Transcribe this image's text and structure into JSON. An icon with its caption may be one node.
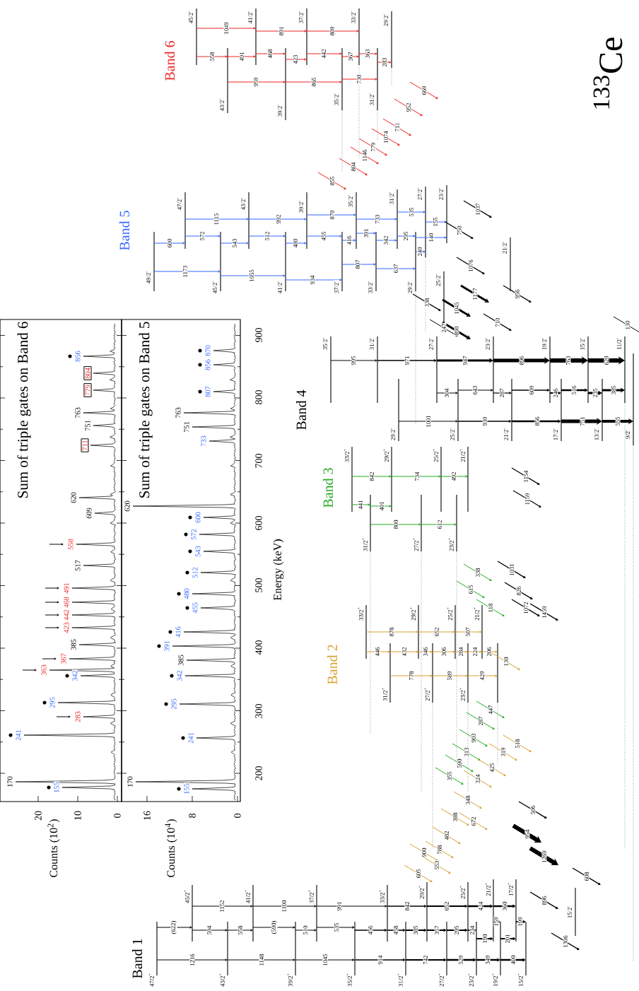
{
  "diagram": {
    "labels": [
      "Sum of triple gates on Band 6",
      "Sum of triple gates on Band 5",
      "Counts (10$^{2}$)",
      "Counts (10$^{4}$)",
      "Energy (keV)",
      "200",
      "300",
      "400",
      "500",
      "600",
      "700",
      "800",
      "900",
      "20",
      "10",
      "0",
      "16",
      "8",
      "0",
      "155",
      "170",
      "241",
      "283",
      "295",
      "342",
      "363",
      "367",
      "385",
      "423",
      "442",
      "468",
      "491",
      "517",
      "558",
      "609",
      "620",
      "711",
      "751",
      "763",
      "779",
      "804",
      "856",
      "155",
      "170",
      "241",
      "295",
      "342",
      "385",
      "391",
      "416",
      "455",
      "480",
      "512",
      "543",
      "572",
      "600",
      "620",
      "733",
      "751",
      "763",
      "807",
      "856",
      "870",
      "$^{133}$Ce",
      "Band 6",
      "Band 5",
      "Band 4",
      "Band 3",
      "Band 2",
      "Band 1",
      "45/2$^{-}$",
      "1049",
      "41/2$^{-}$",
      "891",
      "37/2$^{-}$",
      "809",
      "33/2$^{-}$",
      "29/2$^{-}$",
      "558",
      "491",
      "468",
      "423",
      "442",
      "367",
      "363",
      "283",
      "959",
      "865",
      "730",
      "43/2$^{-}$",
      "39/2$^{-}$",
      "35/2$^{-}$",
      "31/2$^{-}$",
      "855",
      "804",
      "1146",
      "779",
      "1074",
      "711",
      "952",
      "669",
      "47/2$^{-}$",
      "1115",
      "43/2$^{-}$",
      "992",
      "39/2$^{-}$",
      "870",
      "35/2$^{-}$",
      "733",
      "31/2$^{-}$",
      "535",
      "27/2$^{-}$",
      "600",
      "572",
      "543",
      "512",
      "480",
      "455",
      "416",
      "391",
      "342",
      "295",
      "240",
      "155",
      "140",
      "1173",
      "1055",
      "934",
      "807",
      "637",
      "49/2$^{-}$",
      "45/2$^{-}$",
      "41/2$^{-}$",
      "37/2$^{-}$",
      "33/2$^{-}$",
      "29/2$^{-}$",
      "23/2$^{-}$",
      "750",
      "1037",
      "21/2$^{-}$",
      "1076",
      "1177",
      "956",
      "338",
      "25/2$^{-}$",
      "1045",
      "890",
      "710",
      "35/2$^{-}$",
      "995",
      "31/2$^{-}$",
      "971",
      "27/2$^{-}$",
      "247",
      "947",
      "23/2$^{-}$",
      "896",
      "19/2$^{-}$",
      "763",
      "15/2$^{-}$",
      "620",
      "11/2$^{-}$",
      "130",
      "304",
      "643",
      "287",
      "609",
      "246",
      "516",
      "235",
      "385",
      "555",
      "1001",
      "930",
      "856",
      "751",
      "29/2$^{-}$",
      "25/2$^{-}$",
      "21/2$^{-}$",
      "17/2$^{-}$",
      "13/2$^{-}$",
      "9/2$^{-}$",
      "1154",
      "1159",
      "33/2$^{+}$",
      "842",
      "29/2$^{+}$",
      "734",
      "25/2$^{+}$",
      "21/2$^{+}$",
      "492",
      "441",
      "401",
      "800",
      "612",
      "31/2$^{+}$",
      "27/2$^{+}$",
      "23/2$^{+}$",
      "615",
      "338",
      "1031",
      "826",
      "1072",
      "1459",
      "118",
      "33/2$^{+}$",
      "878",
      "29/2$^{+}$",
      "652",
      "25/2$^{+}$",
      "507",
      "21/2$^{+}$",
      "446",
      "432",
      "346",
      "306",
      "284",
      "224",
      "206",
      "130",
      "778",
      "589",
      "429",
      "31/2$^{+}$",
      "27/2$^{+}$",
      "23/2$^{+}$",
      "447",
      "287",
      "903",
      "313",
      "590",
      "355",
      "324",
      "425",
      "319",
      "518",
      "348",
      "388",
      "672",
      "482",
      "788",
      "553",
      "900",
      "605",
      "954",
      "506",
      "1269",
      "608",
      "896",
      "15/2$^{-}$",
      "1306",
      "45/2$^{+}$",
      "1152",
      "41/2$^{+}$",
      "1100",
      "37/2$^{+}$",
      "991",
      "33/2$^{+}$",
      "842",
      "29/2$^{+}$",
      "652",
      "25/2$^{+}$",
      "424",
      "21/2$^{+}$",
      "360",
      "17/2$^{+}$",
      "(622)",
      "594",
      "558",
      "(590)",
      "510",
      "535",
      "456",
      "458",
      "385",
      "357",
      "295",
      "234",
      "190",
      "159",
      "201",
      "199",
      "1216",
      "1148",
      "1045",
      "914",
      "742",
      "529",
      "349",
      "400",
      "47/2$^{+}$",
      "43/2$^{+}$",
      "39/2$^{+}$",
      "35/2$^{+}$",
      "31/2$^{+}$",
      "27/2$^{+}$",
      "23/2$^{+}$",
      "19/2$^{+}$",
      "15/2$^{+}$"
    ]
  }
}
